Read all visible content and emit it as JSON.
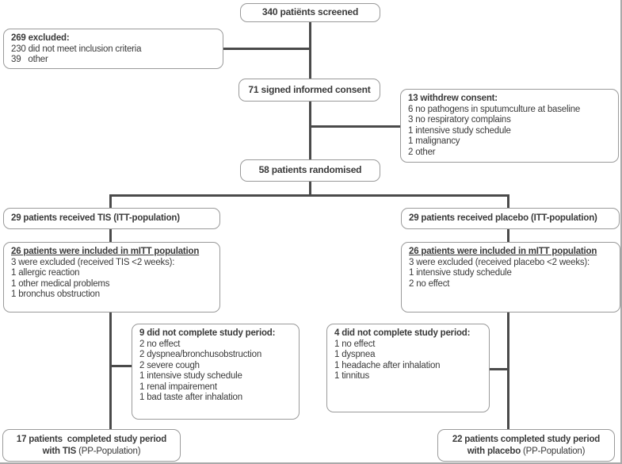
{
  "figure": {
    "background": "#ffffff",
    "connector_color": "#4a4a4a",
    "box_border_color": "#9a9a9a",
    "text_color": "#3a3a3a"
  },
  "boxes": {
    "screened": {
      "label": "340 patiënts screened"
    },
    "excluded": {
      "title": "269 excluded:",
      "lines": [
        "230 did not meet inclusion criteria",
        "39   other"
      ]
    },
    "consent": {
      "label": "71 signed informed consent"
    },
    "withdrew": {
      "title": "13 withdrew consent:",
      "lines": [
        "6 no pathogens in sputumculture at baseline",
        "3 no respiratory complains",
        "1 intensive study schedule",
        "1 malignancy",
        "2 other"
      ]
    },
    "randomised": {
      "label": "58 patients randomised"
    },
    "tis_itt": {
      "label": "29 patients received TIS (ITT-population)"
    },
    "placebo_itt": {
      "label": "29 patients received placebo (ITT-population)"
    },
    "tis_mitt": {
      "title": "26 patients were included in mITT population",
      "lines": [
        "3 were excluded (received TIS <2 weeks):",
        "1 allergic reaction",
        "1 other medical problems",
        "1 bronchus obstruction"
      ]
    },
    "placebo_mitt": {
      "title": "26 patients were included in mITT population",
      "lines": [
        "3 were excluded (received placebo <2 weeks):",
        "1 intensive study schedule",
        "2 no effect"
      ]
    },
    "tis_dropout": {
      "title": "9 did not complete study period:",
      "lines": [
        "2 no effect",
        "2 dyspnea/bronchusobstruction",
        "2 severe cough",
        "1 intensive study schedule",
        "1 renal impairement",
        "1 bad taste after inhalation"
      ]
    },
    "placebo_dropout": {
      "title": "4 did not complete study period:",
      "lines": [
        "1 no effect",
        "1 dyspnea",
        "1 headache after inhalation",
        "1 tinnitus"
      ]
    },
    "tis_completed": {
      "line1": "17 patients  completed study period",
      "line2_bold": "with TIS",
      "line2_regular": "(PP-Population)"
    },
    "placebo_completed": {
      "line1": "22 patients completed study period",
      "line2_bold": "with placebo",
      "line2_regular": "(PP-Population)"
    }
  }
}
